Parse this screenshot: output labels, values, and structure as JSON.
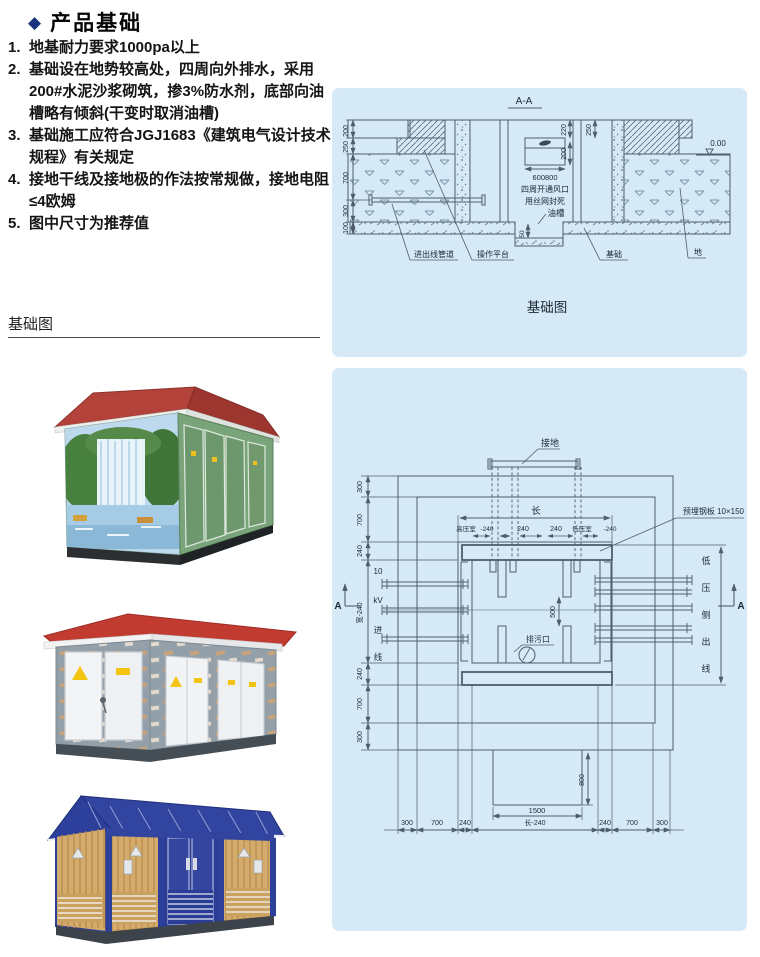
{
  "colors": {
    "panel_bg": "#d5e9f7",
    "accent_diamond": "#16327f",
    "drawing_line": "#4f5d6b"
  },
  "header": {
    "bullet": "◆",
    "title": "产品基础"
  },
  "notes": [
    {
      "num": "1.",
      "text": "地基耐力要求1000pa以上"
    },
    {
      "num": "2.",
      "text": "基础设在地势较高处，四周向外排水，采用200#水泥沙浆砌筑，掺3%防水剂，底部向油槽略有倾斜(干变时取消油槽)"
    },
    {
      "num": "3.",
      "text": "基础施工应符合JGJ1683《建筑电气设计技术规程》有关规定"
    },
    {
      "num": "4.",
      "text": "接地干线及接地极的作法按常规做，接地电阻≤4欧姆"
    },
    {
      "num": "5.",
      "text": "图中尺寸为推荐值"
    }
  ],
  "section_label": "基础图",
  "photos": [
    {
      "name": "waterfall-mural-substation"
    },
    {
      "name": "brick-wall-substation"
    },
    {
      "name": "wood-slat-substation"
    }
  ],
  "section_view": {
    "title": "A-A",
    "caption": "基础图",
    "level": "0.00",
    "dims_left": [
      "200",
      "250",
      "700",
      "300",
      "100"
    ],
    "dim_220": "220",
    "dim_200": "200",
    "dim_250": "250",
    "dim_50": "50",
    "vent_size": "600800",
    "note1": "四周开通风口",
    "note2": "用丝网封死",
    "oil_trench": "油槽",
    "pipes": "进出线管道",
    "platform": "操作平台",
    "foundation": "基础",
    "ground": "地"
  },
  "plan_view": {
    "grounding": "接地",
    "plate": "预埋钢板 10×150",
    "length": "长",
    "top_dims": [
      "高压室",
      "-240",
      "240",
      "240",
      "低压室",
      "-240"
    ],
    "left_dims": [
      "300",
      "700",
      "240",
      "宽-240",
      "240",
      "700",
      "300"
    ],
    "bottom_dims": [
      "300",
      "700",
      "240",
      "长-240",
      "240",
      "700",
      "300"
    ],
    "dim_500": "500",
    "dim_800": "800",
    "dim_1500": "1500",
    "drain": "排污口",
    "hv_in": [
      "10",
      "kV",
      "进",
      "线"
    ],
    "lv_out": [
      "低",
      "压",
      "侧",
      "出",
      "线"
    ],
    "section_mark": "A"
  }
}
